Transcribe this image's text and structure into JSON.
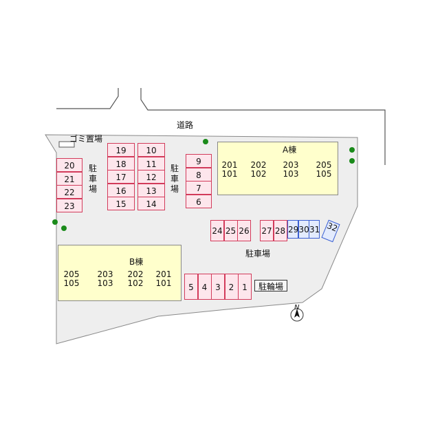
{
  "labels": {
    "road": "道路",
    "garbage": "ゴミ置場",
    "parking_left": "駐車場",
    "parking_mid": "駐車場",
    "parking_bottom": "駐車場",
    "bicycle": "駐輪場",
    "building_a": "A棟",
    "building_b": "B棟",
    "north": "N"
  },
  "stalls": {
    "col_a": [
      "20",
      "21",
      "22",
      "23"
    ],
    "col_b": [
      "19",
      "18",
      "17",
      "16",
      "15"
    ],
    "col_c": [
      "10",
      "11",
      "12",
      "13",
      "14"
    ],
    "col_d": [
      "9",
      "8",
      "7",
      "6"
    ],
    "row_mid1": [
      "24",
      "25",
      "26"
    ],
    "row_mid2": [
      "27",
      "28"
    ],
    "row_blue": [
      "29",
      "30",
      "31"
    ],
    "blue_single": "32",
    "row_bottom": [
      "5",
      "4",
      "3",
      "2",
      "1"
    ]
  },
  "building_a_units": [
    {
      "top": "201",
      "bottom": "101"
    },
    {
      "top": "202",
      "bottom": "102"
    },
    {
      "top": "203",
      "bottom": "103"
    },
    {
      "top": "205",
      "bottom": "105"
    }
  ],
  "building_b_units": [
    {
      "top": "205",
      "bottom": "105"
    },
    {
      "top": "203",
      "bottom": "103"
    },
    {
      "top": "202",
      "bottom": "102"
    },
    {
      "top": "201",
      "bottom": "101"
    }
  ],
  "colors": {
    "lot": "#eeeeee",
    "building": "#ffffcc",
    "stall_red": "#d23a5a",
    "stall_blue": "#3a5fd2",
    "tree": "#1a8a1a"
  }
}
